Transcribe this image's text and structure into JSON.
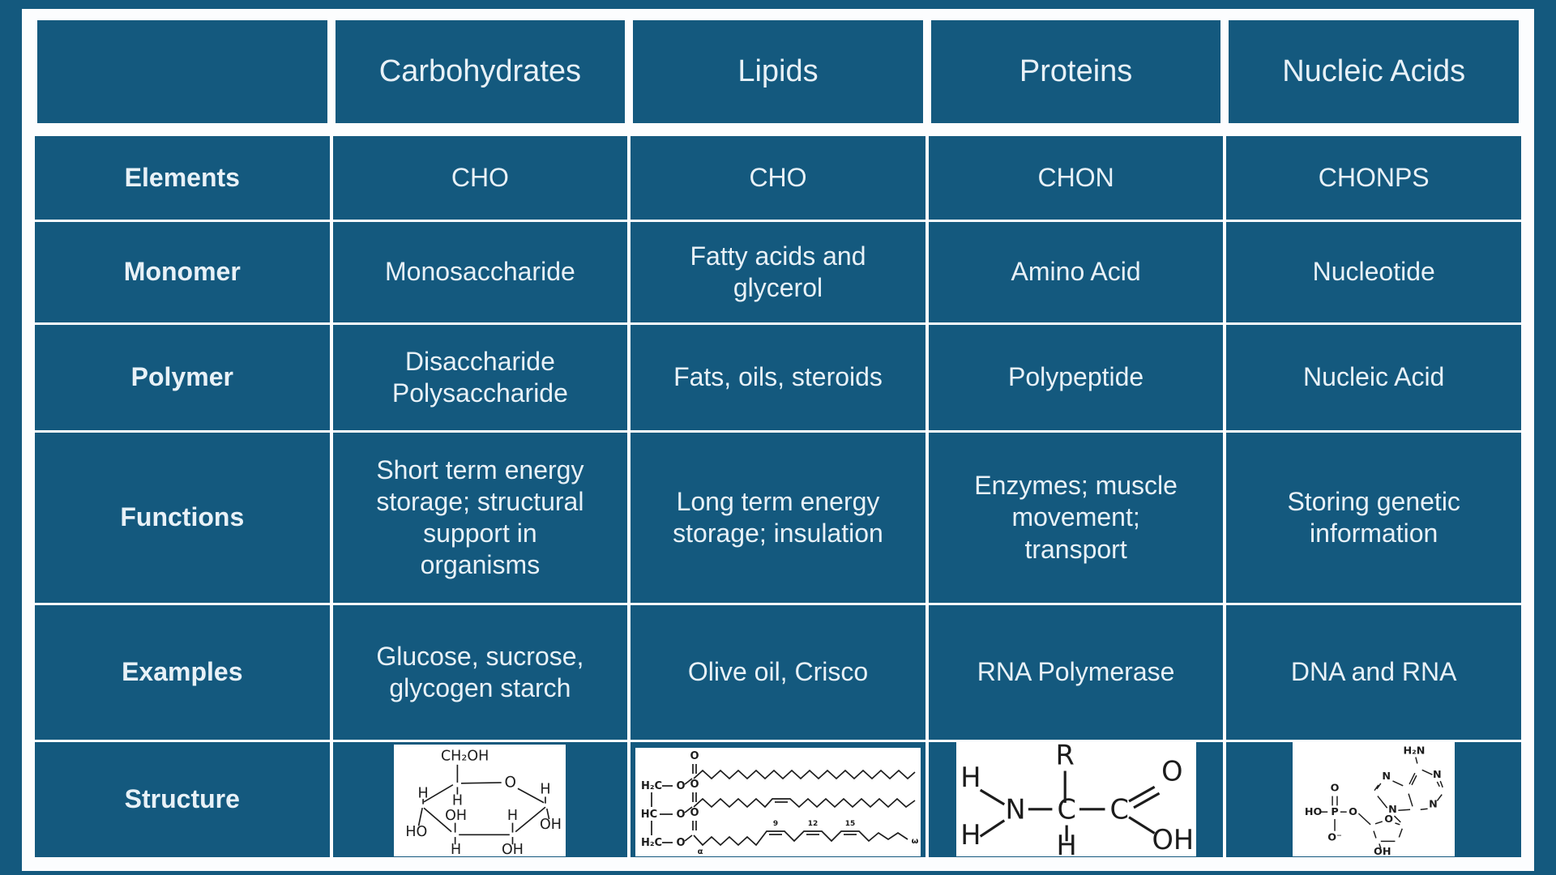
{
  "colors": {
    "background": "#14597E",
    "cell_fill": "#14597E",
    "grid_white": "#FCFDFE",
    "text_light": "#E8F1F7",
    "diagram_ink": "#1C1C1C",
    "diagram_bg": "#FFFFFF"
  },
  "table": {
    "header": [
      "",
      "Carbohydrates",
      "Lipids",
      "Proteins",
      "Nucleic Acids"
    ],
    "rows": [
      {
        "label": "Elements",
        "cells": [
          "CHO",
          "CHO",
          "CHON",
          "CHONPS"
        ]
      },
      {
        "label": "Monomer",
        "cells": [
          "Monosaccharide",
          "Fatty acids and\nglycerol",
          "Amino Acid",
          "Nucleotide"
        ]
      },
      {
        "label": "Polymer",
        "cells": [
          "Disaccharide\nPolysaccharide",
          "Fats, oils, steroids",
          "Polypeptide",
          "Nucleic Acid"
        ]
      },
      {
        "label": "Functions",
        "cells": [
          "Short term energy\nstorage; structural\nsupport in\norganisms",
          "Long term energy\nstorage; insulation",
          "Enzymes; muscle\nmovement;\ntransport",
          "Storing genetic\ninformation"
        ]
      },
      {
        "label": "Examples",
        "cells": [
          "Glucose, sucrose,\nglycogen starch",
          "Olive oil, Crisco",
          "RNA Polymerase",
          "DNA and RNA"
        ]
      },
      {
        "label": "Structure",
        "cells": [
          "",
          "",
          "",
          ""
        ]
      }
    ]
  },
  "structures": {
    "carbohydrate": {
      "name": "glucose-ring-structure",
      "labels": [
        "CH₂OH",
        "O",
        "H",
        "H",
        "OH",
        "H",
        "HO",
        "H",
        "OH",
        "H",
        "OH"
      ]
    },
    "lipid": {
      "name": "triglyceride-structure",
      "labels": [
        "O",
        "H₂C",
        "O",
        "O",
        "HC",
        "O",
        "O",
        "H₂C",
        "O",
        "α",
        "9",
        "12",
        "15",
        "ω"
      ]
    },
    "protein": {
      "name": "amino-acid-structure",
      "labels": [
        "R",
        "H",
        "H",
        "N",
        "C",
        "H",
        "C",
        "O",
        "OH"
      ]
    },
    "nucleic": {
      "name": "nucleotide-structure",
      "labels": [
        "H₂N",
        "N",
        "N",
        "N",
        "N",
        "O",
        "HO",
        "P",
        "O⁻",
        "O",
        "O",
        "OH"
      ]
    }
  }
}
